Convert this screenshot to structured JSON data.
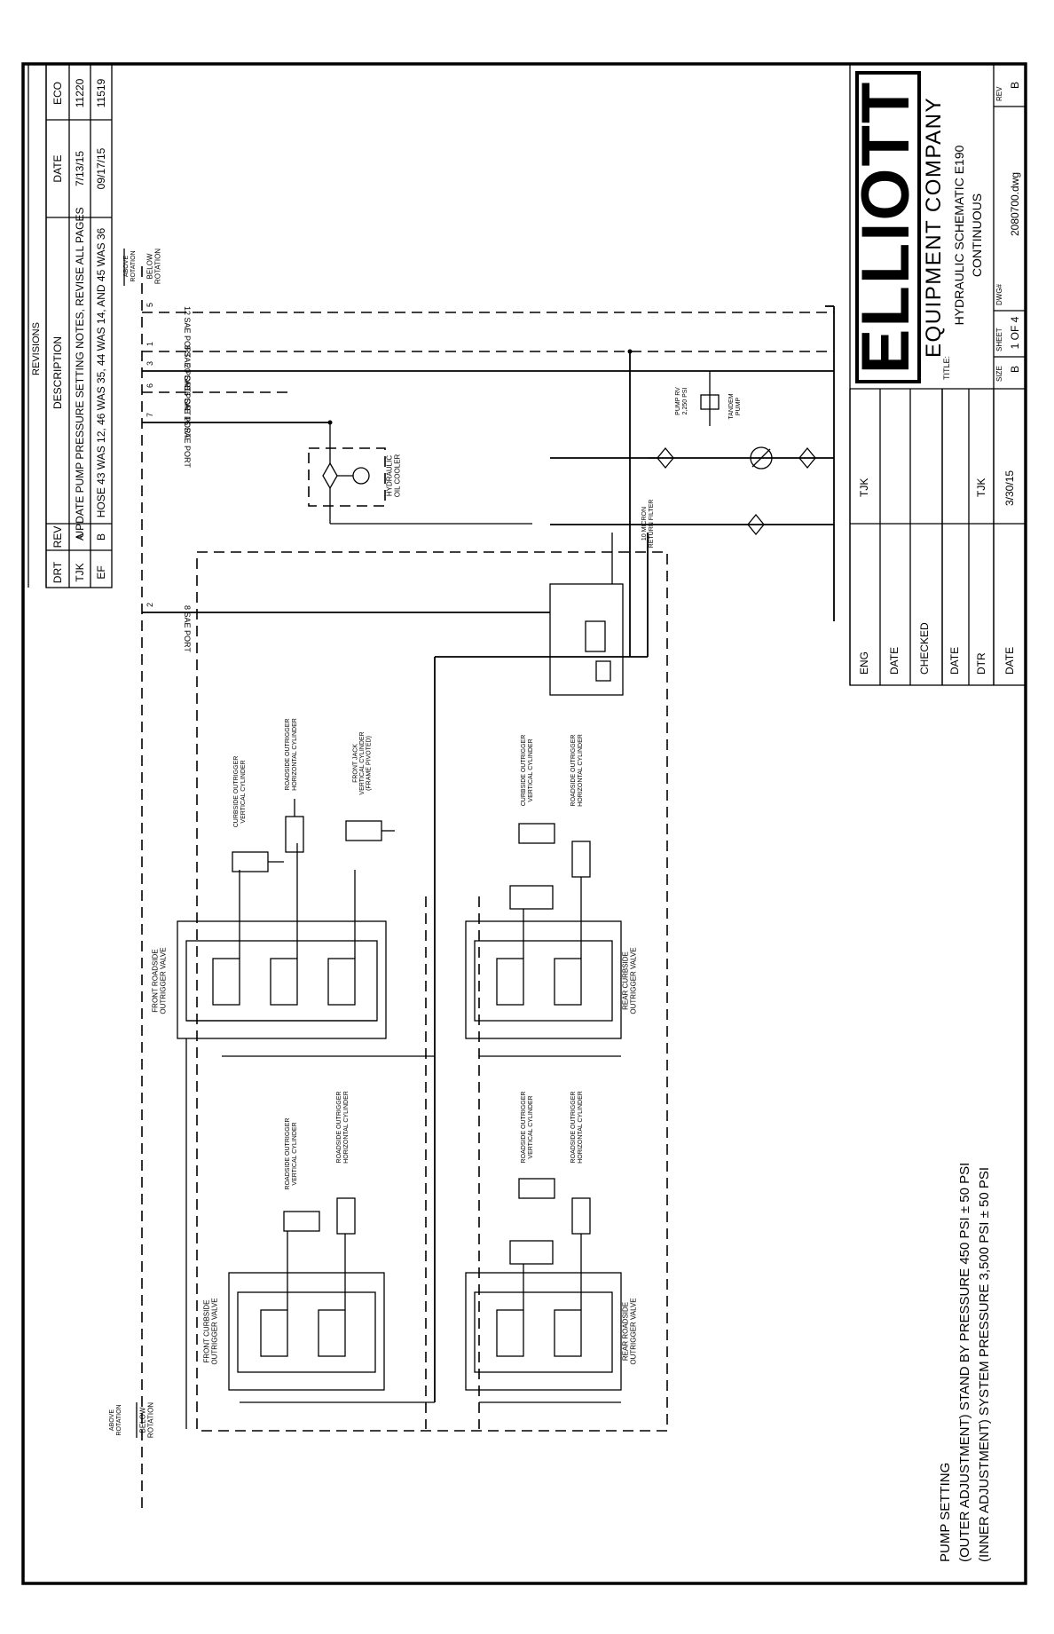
{
  "revisions": {
    "heading": "REVISIONS",
    "headers": {
      "drt": "DRT",
      "rev": "REV",
      "description": "DESCRIPTION",
      "date": "DATE",
      "eco": "ECO"
    },
    "rows": [
      {
        "drt": "TJK",
        "rev": "A",
        "description": "UPDATE PUMP PRESSURE SETTING NOTES, REVISE ALL PAGES",
        "date": "7/13/15",
        "eco": "11220"
      },
      {
        "drt": "EF",
        "rev": "B",
        "description": "HOSE 43 WAS 12, 46 WAS 35, 44 WAS 14, AND 45 WAS 36",
        "date": "09/17/15",
        "eco": "11519"
      }
    ]
  },
  "title_block": {
    "logo_text": "ELLIOTT",
    "company_line": "EQUIPMENT COMPANY",
    "title_label": "TITLE:",
    "title_line1": "HYDRAULIC SCHEMATIC E190",
    "title_line2": "CONTINUOUS",
    "eng_label": "ENG",
    "eng_value": "TJK",
    "date_label_1": "DATE",
    "checked_label": "CHECKED",
    "date_label_2": "DATE",
    "dtr_label": "DTR",
    "dtr_value": "TJK",
    "date_label_3": "DATE",
    "date_value": "3/30/15",
    "size_label": "SIZE",
    "size_value": "B",
    "sheet_label": "SHEET",
    "sheet_value": "1 OF 4",
    "dwg_label": "DWG#",
    "dwg_value": "2080700.dwg",
    "rev_label": "REV",
    "rev_value": "B"
  },
  "ports": [
    {
      "num": "5",
      "label": "12 SAE PORT"
    },
    {
      "num": "1",
      "label": "8 SAE PORT"
    },
    {
      "num": "3",
      "label": "20 SAE PORT"
    },
    {
      "num": "6",
      "label": "16 SAE PORT"
    },
    {
      "num": "7",
      "label": "16 SAE PORT"
    },
    {
      "num": "2",
      "label": "8 SAE PORT"
    }
  ],
  "rotation": {
    "above": "ABOVE\nROTATION",
    "below": "BELOW\nROTATION"
  },
  "components": {
    "hyd_oil_cooler": "HYDRAULIC\nOIL COOLER",
    "pump_note": "PUMP RV\n2,250 PSI",
    "tandem_pump": "TANDEM\nPUMP",
    "filter": "10 MICRON\nRETURN FILTER",
    "curbside_vert": "CURBSIDE OUTRIGGER\nVERTICAL CYLINDER",
    "roadside_horiz": "ROADSIDE OUTRIGGER\nHORIZONTAL CYLINDER",
    "front_jack": "FRONT JACK\nVERTICAL CYLINDER\n(FRAME PIVOTED)",
    "front_roadside_valve": "FRONT ROADSIDE\nOUTRIGGER VALVE",
    "rear_curbside_valve": "REAR CURBSIDE\nOUTRIGGER VALVE",
    "rear_curbside_vert": "CURBSIDE OUTRIGGER\nVERTICAL CYLINDER",
    "rear_roadside_horiz": "ROADSIDE OUTRIGGER\nHORIZONTAL CYLINDER",
    "front_curbside_valve": "FRONT CURBSIDE\nOUTRIGGER VALVE",
    "fc_roadside_vert": "ROADSIDE OUTRIGGER\nVERTICAL CYLINDER",
    "fc_roadside_horiz": "ROADSIDE OUTRIGGER\nHORIZONTAL CYLINDER",
    "rear_roadside_valve": "REAR ROADSIDE\nOUTRIGGER VALVE",
    "rr_roadside_vert": "ROADSIDE OUTRIGGER\nVERTICAL CYLINDER",
    "rr_roadside_horiz": "ROADSIDE OUTRIGGER\nHORIZONTAL CYLINDER"
  },
  "pump_setting": {
    "title": "PUMP SETTING",
    "line1": "(OUTER ADJUSTMENT) STAND BY PRESSURE 450 PSI ± 50 PSI",
    "line2": "(INNER ADJUSTMENT) SYSTEM PRESSURE 3,500 PSI ± 50 PSI"
  }
}
